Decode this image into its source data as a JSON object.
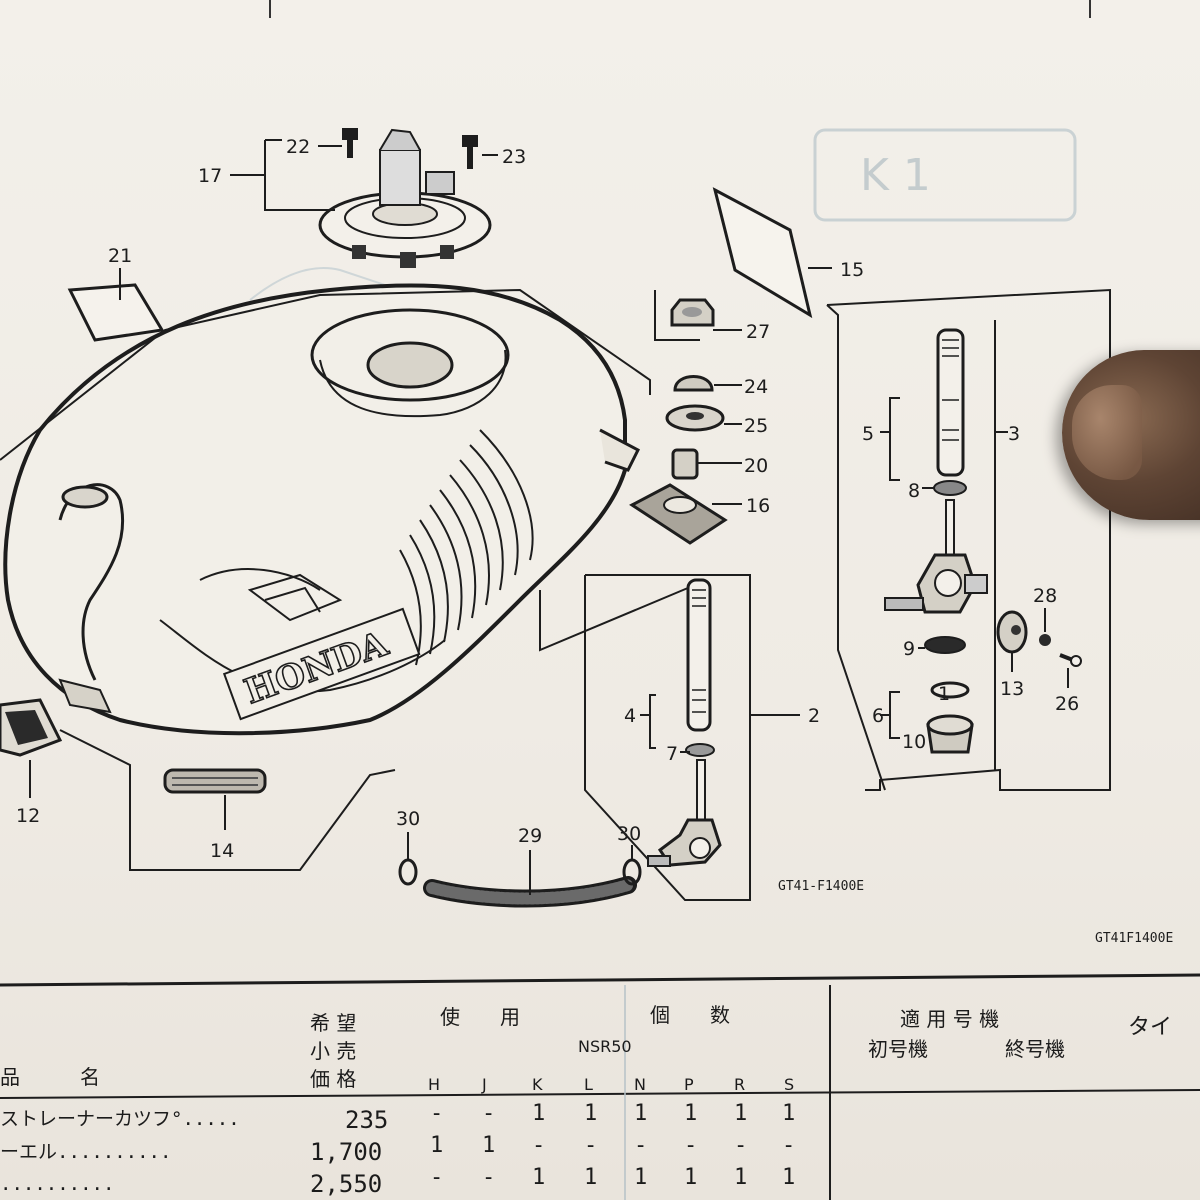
{
  "diagram": {
    "callouts": [
      {
        "id": "c1",
        "text": "1"
      },
      {
        "id": "c2",
        "text": "2"
      },
      {
        "id": "c3",
        "text": "3"
      },
      {
        "id": "c4",
        "text": "4"
      },
      {
        "id": "c5",
        "text": "5"
      },
      {
        "id": "c6",
        "text": "6"
      },
      {
        "id": "c7",
        "text": "7"
      },
      {
        "id": "c8",
        "text": "8"
      },
      {
        "id": "c9",
        "text": "9"
      },
      {
        "id": "c10",
        "text": "10"
      },
      {
        "id": "c12",
        "text": "12"
      },
      {
        "id": "c13",
        "text": "13"
      },
      {
        "id": "c14",
        "text": "14"
      },
      {
        "id": "c15",
        "text": "15"
      },
      {
        "id": "c16",
        "text": "16"
      },
      {
        "id": "c17",
        "text": "17"
      },
      {
        "id": "c20",
        "text": "20"
      },
      {
        "id": "c21",
        "text": "21"
      },
      {
        "id": "c22",
        "text": "22"
      },
      {
        "id": "c23",
        "text": "23"
      },
      {
        "id": "c24",
        "text": "24"
      },
      {
        "id": "c25",
        "text": "25"
      },
      {
        "id": "c26",
        "text": "26"
      },
      {
        "id": "c27",
        "text": "27"
      },
      {
        "id": "c28",
        "text": "28"
      },
      {
        "id": "c29",
        "text": "29"
      },
      {
        "id": "c30a",
        "text": "30"
      },
      {
        "id": "c30b",
        "text": "30"
      }
    ],
    "tank_logo": "HONDA",
    "figure_code": "GT41-F1400E",
    "figure_code_small": "GT41F1400E",
    "ghost_box": "K 1"
  },
  "table": {
    "header": {
      "price_col": [
        "希 望",
        "小 売",
        "価 格"
      ],
      "usage_title": "使　　用",
      "count_title": "個　　数",
      "model": "NSR50",
      "variants": [
        "H",
        "J",
        "K",
        "L",
        "N",
        "P",
        "R",
        "S"
      ],
      "name_col": "品　　　名",
      "serial_title": "適 用 号 機",
      "first_serial": "初号機",
      "last_serial": "終号機",
      "type_col": "タイ"
    },
    "rows": [
      {
        "name": "ストレーナーカツフ°.....",
        "price": "235",
        "qty": [
          "-",
          "-",
          "1",
          "1",
          "1",
          "1",
          "1",
          "1"
        ]
      },
      {
        "name": "ーエル..........",
        "price": "1,700",
        "qty": [
          "1",
          "1",
          "-",
          "-",
          "-",
          "-",
          "-",
          "-"
        ]
      },
      {
        "name": "..........",
        "price": "2,550",
        "qty": [
          "-",
          "-",
          "1",
          "1",
          "1",
          "1",
          "1",
          "1"
        ]
      }
    ]
  }
}
